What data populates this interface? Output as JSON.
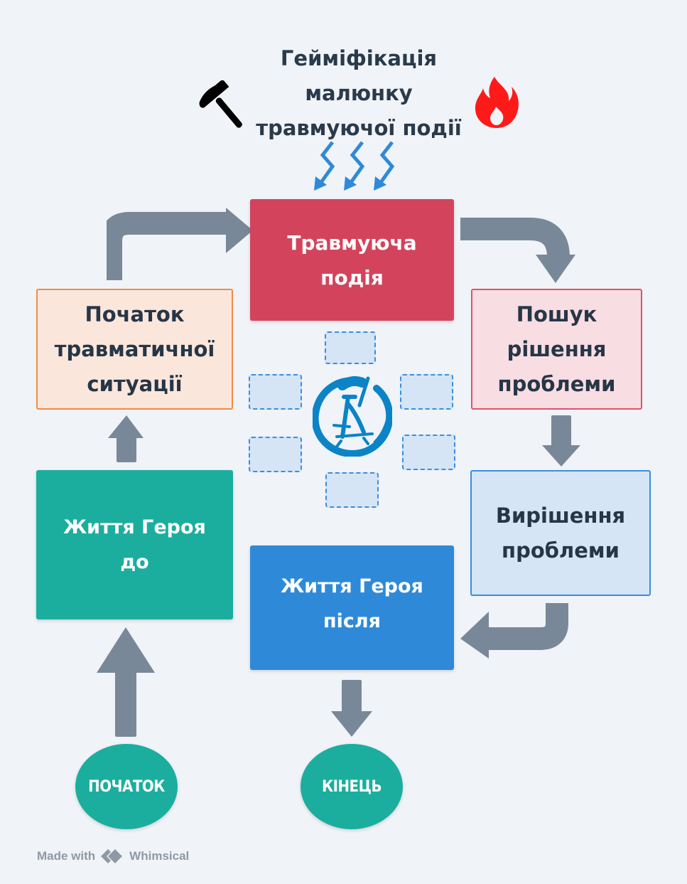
{
  "title": "Гейміфікація\nмалюнку\nтравмуючої події",
  "colors": {
    "background": "#f0f3f7",
    "arrow": "#798898",
    "event_red": "#d3445c",
    "search_pink": "#f8dde2",
    "search_border": "#d9566b",
    "start_peach": "#fbe6dc",
    "start_border": "#ee8d45",
    "teal": "#1bae9f",
    "blue": "#2e8ad8",
    "solution_blue": "#d5e5f5",
    "solution_border": "#3a8ee0",
    "hammer": "#000000",
    "fire": "#ff1a1a",
    "lightning": "#2e8ad8",
    "logo": "#0a84c6"
  },
  "icons": {
    "left": "hammer-icon",
    "right": "fire-icon",
    "under_title": "lightning-arrows-icon",
    "center": "studio-logo-icon",
    "footer": "whimsical-logo-icon"
  },
  "nodes": {
    "traumatic_event": "Травмуюча\nподія",
    "start_situation": "Початок\nтравматичної\nситуації",
    "search_solution": "Пошук\nрішення\nпроблеми",
    "resolution": "Вирішення\nпроблеми",
    "life_before": "Життя Героя\nдо",
    "life_after": "Життя Героя\nпісля",
    "start": "ПОЧАТОК",
    "end": "КІНЕЦЬ"
  },
  "placeholders_count": 6,
  "footer": {
    "made_with": "Made with",
    "brand": "Whimsical"
  }
}
